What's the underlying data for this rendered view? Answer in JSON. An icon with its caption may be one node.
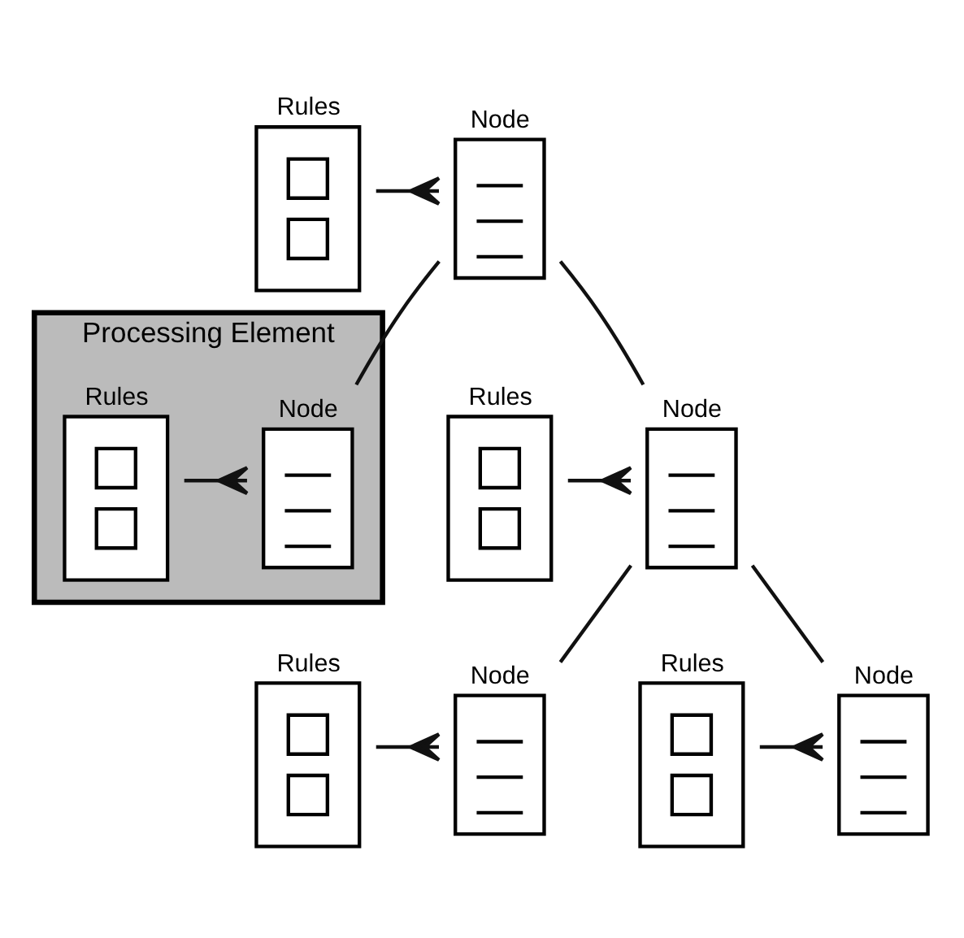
{
  "diagram": {
    "nodes": [
      {
        "text": [
          "Rules"
        ]
      },
      {
        "text": [
          "Node"
        ]
      },
      {
        "text": [
          "Rules"
        ]
      },
      {
        "text": [
          "Node"
        ]
      },
      {
        "text": [
          "Rules"
        ]
      },
      {
        "text": [
          "Node"
        ]
      },
      {
        "text": [
          "Processing Element"
        ]
      },
      {
        "text": [
          "Node"
        ],
        "in": 6
      },
      {
        "text": [
          "Rules"
        ],
        "in": 6
      },
      {
        "text": [
          "Node"
        ]
      },
      {
        "text": [
          "Rules"
        ]
      }
    ],
    "edges": [
      {
        "from": 0,
        "to": 1,
        "arrow": "other"
      },
      {
        "from": 1,
        "to": 3,
        "arrow": "none"
      },
      {
        "from": 1,
        "to": 7,
        "arrow": "none"
      },
      {
        "from": 2,
        "to": 3,
        "arrow": "other"
      },
      {
        "from": 3,
        "to": 5,
        "arrow": "none"
      },
      {
        "from": 3,
        "to": 9,
        "arrow": "none"
      },
      {
        "from": 8,
        "to": 7,
        "arrow": "other"
      },
      {
        "from": 4,
        "to": 5,
        "arrow": "other"
      },
      {
        "from": 10,
        "to": 9,
        "arrow": "other"
      }
    ]
  }
}
